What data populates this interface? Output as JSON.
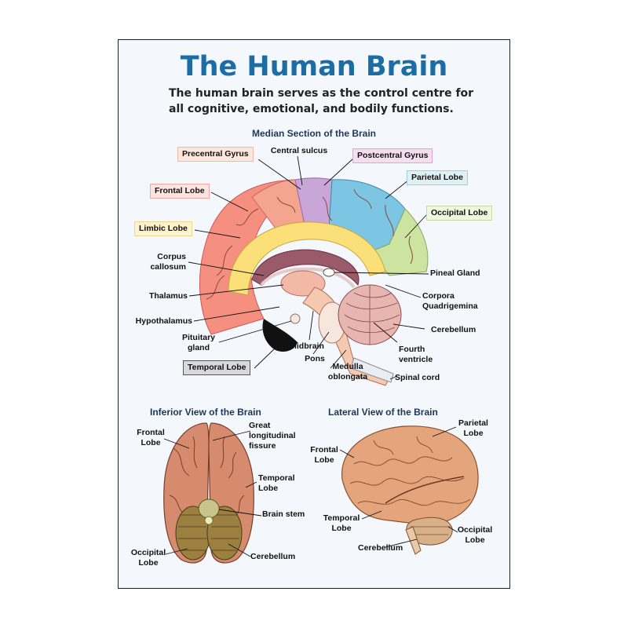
{
  "title": "The Human Brain",
  "subtitle": "The human brain serves as the control centre for all cognitive, emotional, and bodily functions.",
  "sections": {
    "median": "Median Section of the Brain",
    "inferior": "Inferior View of the Brain",
    "lateral": "Lateral View of the Brain"
  },
  "median_labels": {
    "precentral_gyrus": "Precentral Gyrus",
    "central_sulcus": "Central sulcus",
    "postcentral_gyrus": "Postcentral Gyrus",
    "parietal_lobe": "Parietal Lobe",
    "frontal_lobe": "Frontal Lobe",
    "occipital_lobe": "Occipital Lobe",
    "limbic_lobe": "Limbic Lobe",
    "corpus_callosum_1": "Corpus",
    "corpus_callosum_2": "callosum",
    "pineal_gland": "Pineal Gland",
    "thalamus": "Thalamus",
    "corpora_1": "Corpora",
    "corpora_2": "Quadrigemina",
    "hypothalamus": "Hypothalamus",
    "cerebellum": "Cerebellum",
    "pituitary_1": "Pituitary",
    "pituitary_2": "gland",
    "midbrain": "Midbrain",
    "fourth_1": "Fourth",
    "fourth_2": "ventricle",
    "pons": "Pons",
    "temporal_lobe": "Temporal Lobe",
    "medulla_1": "Medulla",
    "medulla_2": "oblongata",
    "spinal_cord": "Spinal cord"
  },
  "inferior_labels": {
    "frontal_1": "Frontal",
    "frontal_2": "Lobe",
    "fissure_1": "Great",
    "fissure_2": "longitudinal",
    "fissure_3": "fissure",
    "temporal_1": "Temporal",
    "temporal_2": "Lobe",
    "brain_stem": "Brain stem",
    "occipital_1": "Occipital",
    "occipital_2": "Lobe",
    "cerebellum": "Cerebellum"
  },
  "lateral_labels": {
    "parietal_1": "Parietal",
    "parietal_2": "Lobe",
    "frontal_1": "Frontal",
    "frontal_2": "Lobe",
    "temporal_1": "Temporal",
    "temporal_2": "Lobe",
    "occipital_1": "Occipital",
    "occipital_2": "Lobe",
    "cerebellum": "Cerebellum"
  },
  "colors": {
    "title": "#1c6ca6",
    "frontal": "#f58f80",
    "precentral": "#f4a58f",
    "postcentral": "#c9a6d8",
    "parietal": "#7cc6e4",
    "occipital": "#cde3a0",
    "limbic": "#fbe07a",
    "temporal": "#111111"
  }
}
